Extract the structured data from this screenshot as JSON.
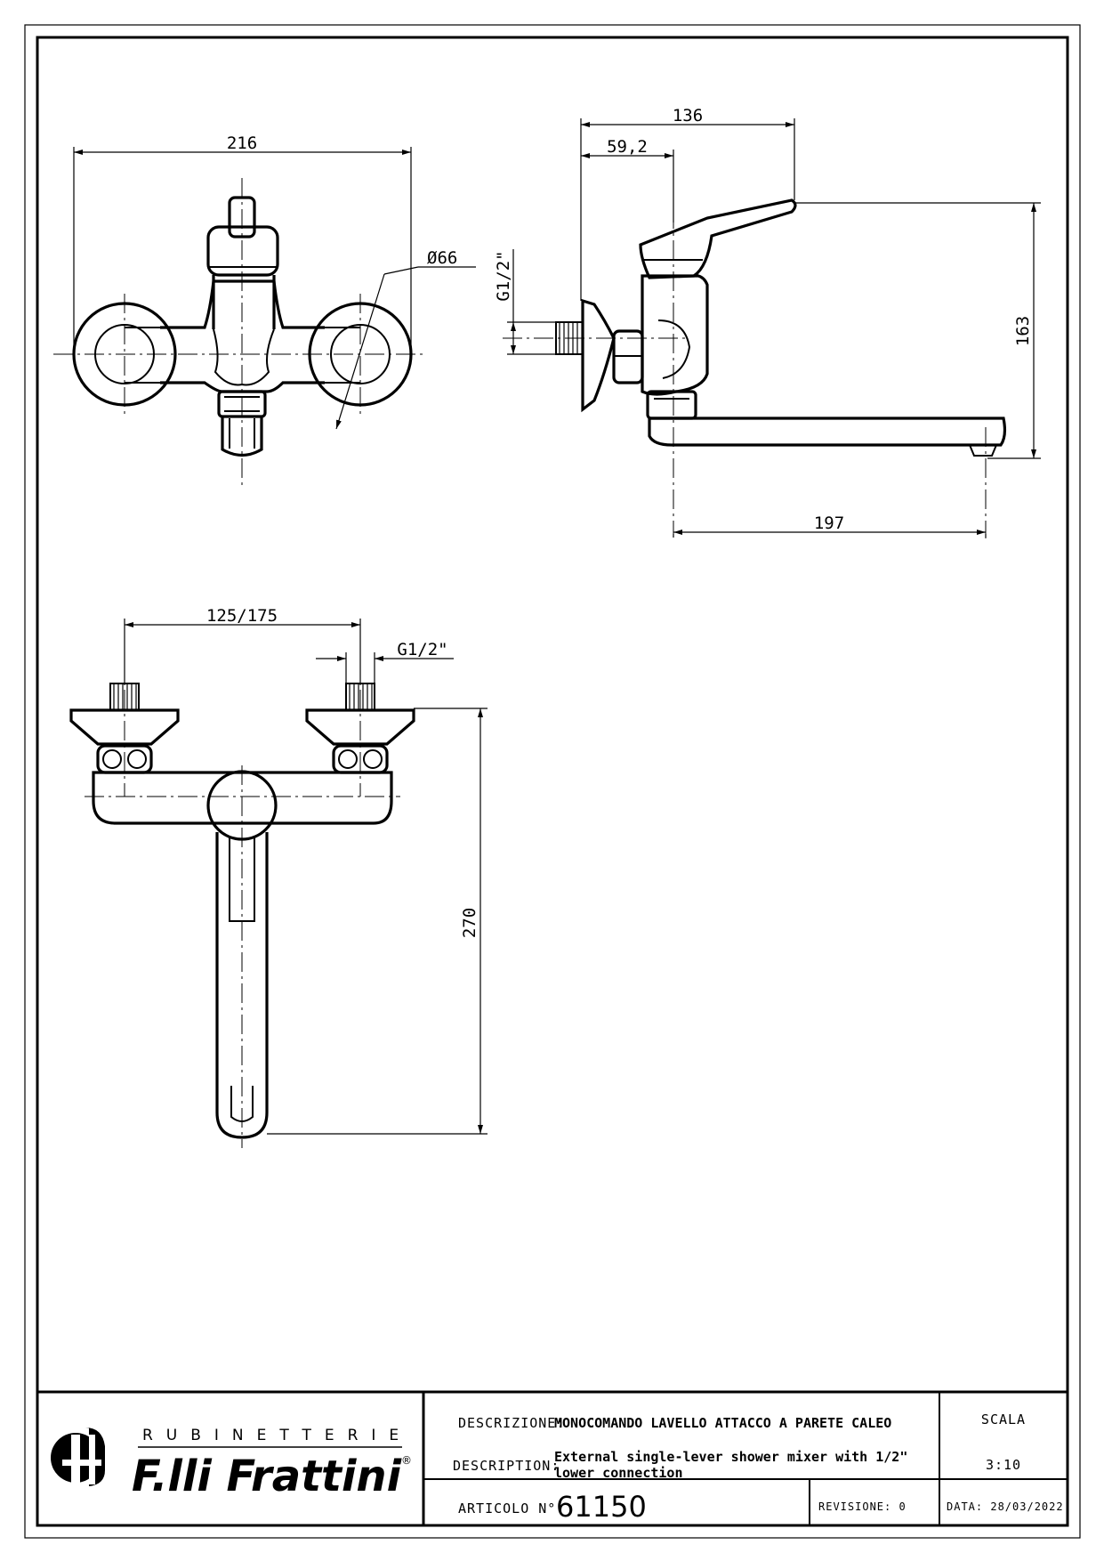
{
  "drawing": {
    "front_view": {
      "width_dim": "216",
      "diameter_dim": "Ø66"
    },
    "side_view": {
      "depth_dim": "136",
      "offset_dim": "59,2",
      "height_dim": "163",
      "thread_dim": "G1/2\"",
      "spout_dim": "197"
    },
    "top_view": {
      "centers_dim": "125/175",
      "thread_dim": "G1/2\"",
      "length_dim": "270"
    }
  },
  "title_block": {
    "brand_line": "RUBINETTERIE",
    "brand_name": "F.lli Frattini",
    "registered_mark": "®",
    "descrizione_label": "DESCRIZIONE:",
    "descrizione_value": "MONOCOMANDO LAVELLO ATTACCO A PARETE CALEO",
    "description_label": "DESCRIPTION:",
    "description_value_line1": "External single-lever shower mixer with 1/2\"",
    "description_value_line2": "lower connection",
    "articolo_label": "ARTICOLO N°:",
    "articolo_value": "61150",
    "revisione": "REVISIONE: 0",
    "data": "DATA: 28/03/2022",
    "scala_label": "SCALA",
    "scala_value": "3:10"
  }
}
